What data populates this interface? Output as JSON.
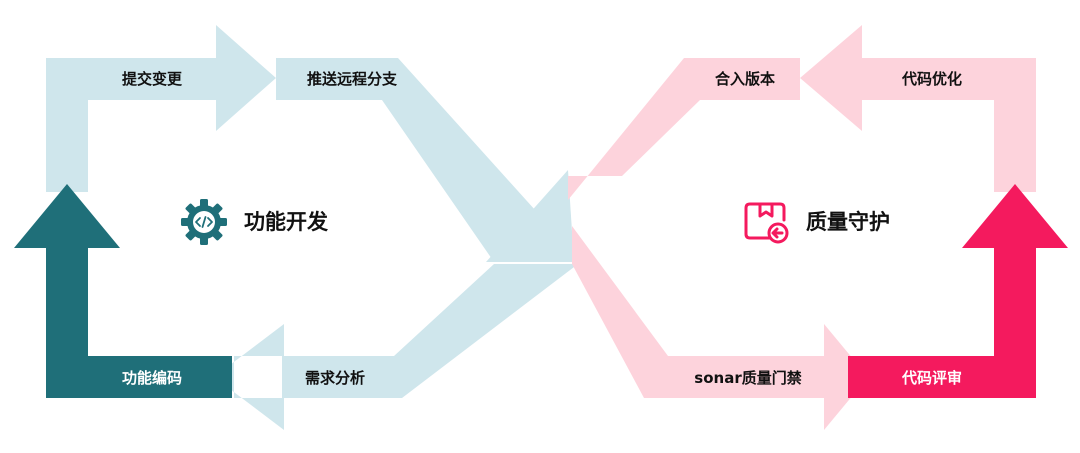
{
  "colors": {
    "light_blue": "#cfe6ec",
    "dark_teal": "#1f6f79",
    "light_pink": "#fdd3dc",
    "hot_pink": "#f41a5e",
    "text_dark": "#111111",
    "text_light": "#ffffff"
  },
  "dev_cycle": {
    "title": "功能开发",
    "icon": "code-gear-icon",
    "steps": {
      "submit": "提交变更",
      "push": "推送远程分支",
      "coding": "功能编码",
      "analysis": "需求分析"
    }
  },
  "quality_cycle": {
    "title": "质量守护",
    "icon": "return-package-icon",
    "steps": {
      "merge": "合入版本",
      "optimize": "代码优化",
      "sonar": "sonar质量门禁",
      "review": "代码评审"
    }
  }
}
